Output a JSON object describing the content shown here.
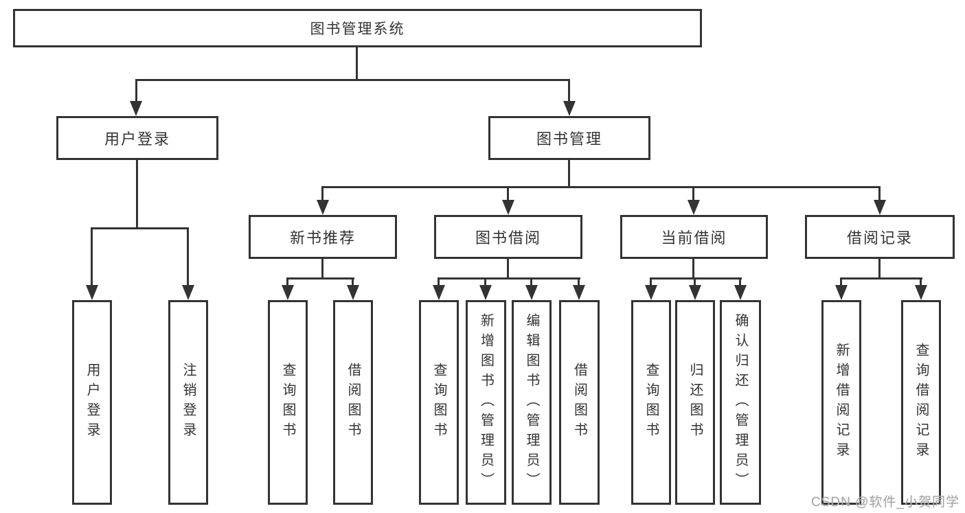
{
  "tree": {
    "root": {
      "label": "图书管理系统"
    },
    "children": [
      {
        "label": "用户登录",
        "children": [
          {
            "label": "用户登录"
          },
          {
            "label": "注销登录"
          }
        ]
      },
      {
        "label": "图书管理",
        "children": [
          {
            "label": "新书推荐",
            "children": [
              {
                "label": "查询图书"
              },
              {
                "label": "借阅图书"
              }
            ]
          },
          {
            "label": "图书借阅",
            "children": [
              {
                "label": "查询图书"
              },
              {
                "label": "新增图书（管理员）"
              },
              {
                "label": "编辑图书（管理员）"
              },
              {
                "label": "借阅图书"
              }
            ]
          },
          {
            "label": "当前借阅",
            "children": [
              {
                "label": "查询图书"
              },
              {
                "label": "归还图书"
              },
              {
                "label": "确认归还（管理员）"
              }
            ]
          },
          {
            "label": "借阅记录",
            "children": [
              {
                "label": "新增借阅记录"
              },
              {
                "label": "查询借阅记录"
              }
            ]
          }
        ]
      }
    ]
  },
  "watermark": {
    "text": "CSDN @软件_小贺同学"
  },
  "colors": {
    "line": "#333333",
    "text": "#333333",
    "watermark": "#a8a8a8",
    "background": "#ffffff"
  }
}
